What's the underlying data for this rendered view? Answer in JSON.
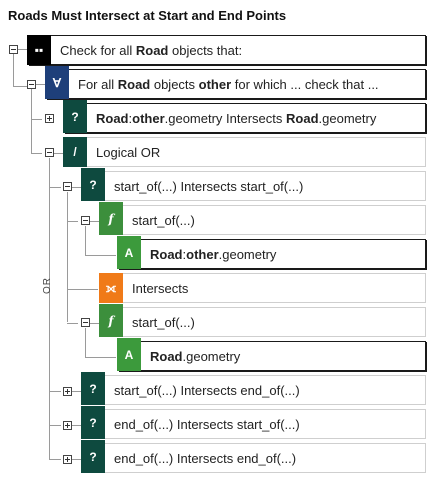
{
  "title": "Roads Must Intersect at Start and End Points",
  "or_label": "OR",
  "colors": {
    "forall_badge": "#000000",
    "nested_forall_badge": "#1e3f7a",
    "predicate_badge": "#0e4a3f",
    "function_badge": "#3c8f3c",
    "attribute_badge": "#3c9a3c",
    "operator_badge": "#f07a18"
  },
  "nodes": [
    {
      "icon": "forall-icon",
      "badge": "▪▪",
      "parts": {
        "a": "Check for all ",
        "b": "Road",
        "c": " objects that:"
      }
    },
    {
      "icon": "universal-quantifier-icon",
      "badge": "∀",
      "parts": {
        "a": "For all ",
        "b": "Road",
        "c": " objects ",
        "d": "other",
        "e": " for which ... check that ..."
      }
    },
    {
      "icon": "question-icon",
      "badge": "?",
      "parts": {
        "a": "Road",
        "b": ":",
        "c": "other",
        ".": "",
        "d": ".geometry Intersects ",
        "e": "Road",
        "f": ".geometry"
      }
    },
    {
      "icon": "logical-or-icon",
      "badge": "/",
      "text": "Logical OR"
    },
    {
      "icon": "question-icon",
      "badge": "?",
      "text": "start_of(...) Intersects start_of(...)"
    },
    {
      "icon": "function-icon",
      "badge": "f",
      "text": "start_of(...)"
    },
    {
      "icon": "attribute-icon",
      "badge": "A",
      "parts": {
        "a": "Road",
        "b": ":",
        "c": "other",
        "d": ".geometry"
      }
    },
    {
      "icon": "intersects-operator-icon",
      "badge": "⟗",
      "text": "Intersects"
    },
    {
      "icon": "function-icon",
      "badge": "f",
      "text": "start_of(...)"
    },
    {
      "icon": "attribute-icon",
      "badge": "A",
      "parts": {
        "a": "Road",
        "b": ".geometry"
      }
    },
    {
      "icon": "question-icon",
      "badge": "?",
      "text": "start_of(...) Intersects end_of(...)"
    },
    {
      "icon": "question-icon",
      "badge": "?",
      "text": "end_of(...) Intersects start_of(...)"
    },
    {
      "icon": "question-icon",
      "badge": "?",
      "text": "end_of(...) Intersects end_of(...)"
    }
  ]
}
